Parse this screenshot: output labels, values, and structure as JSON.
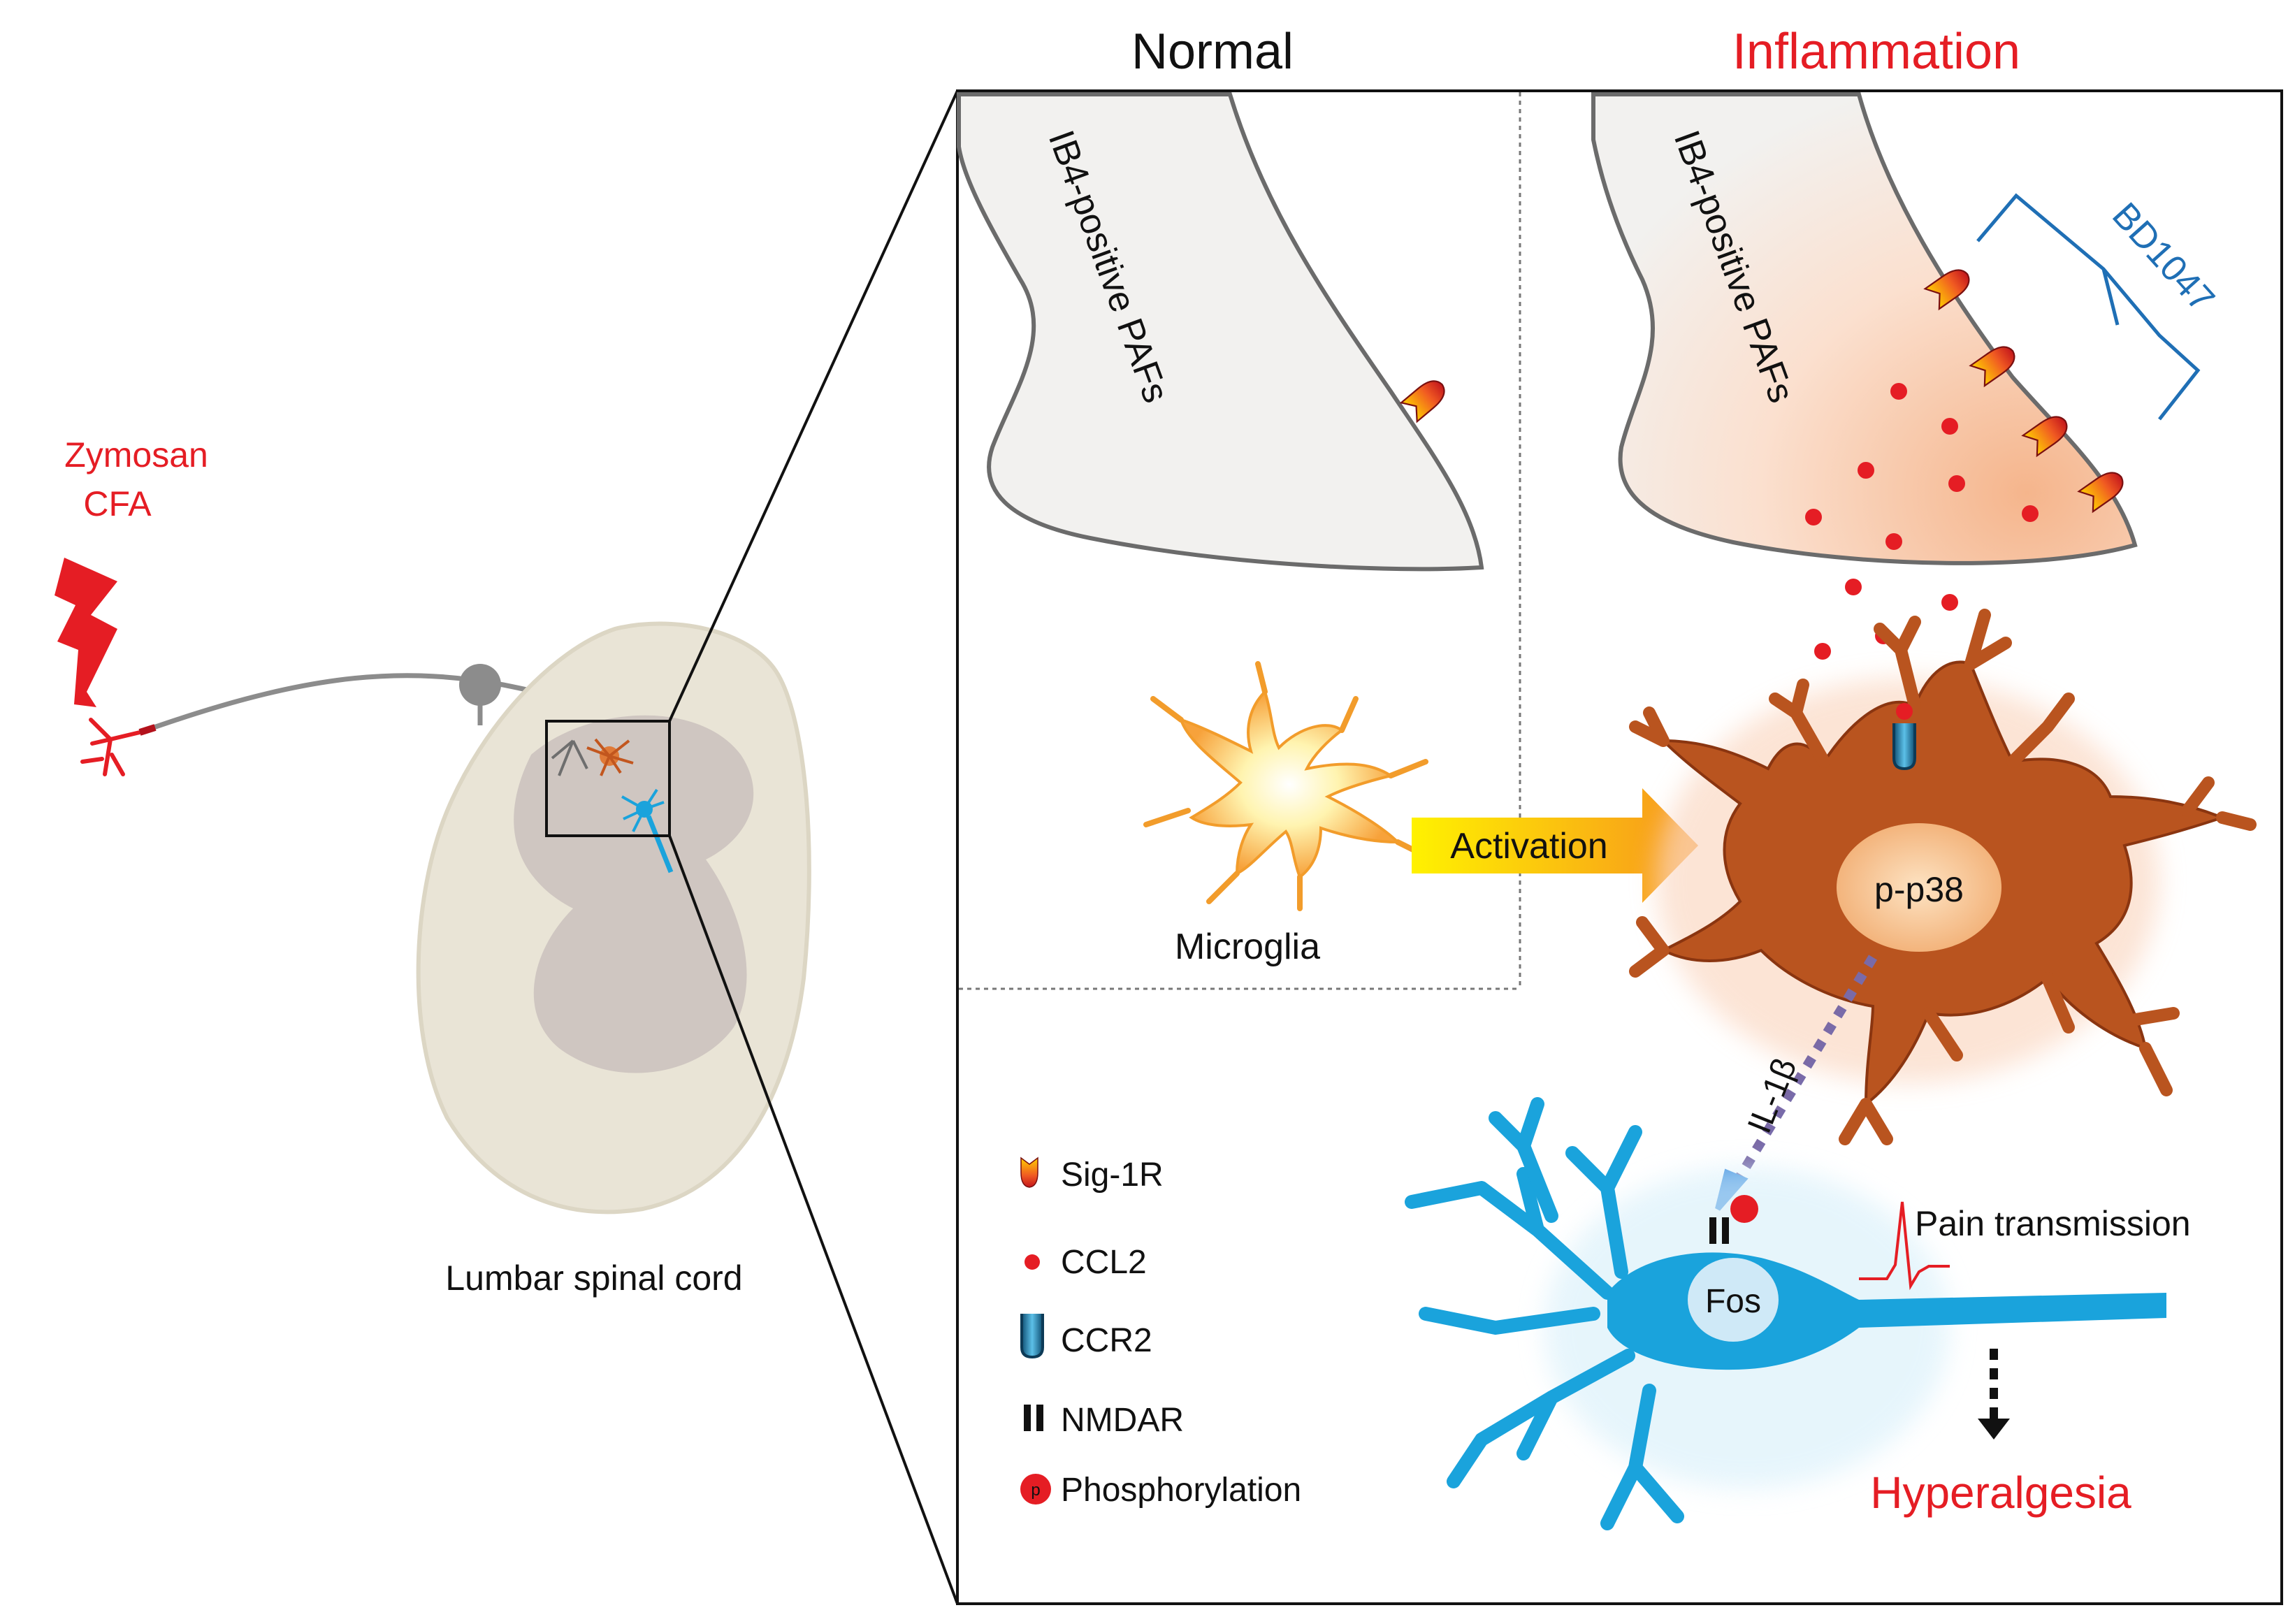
{
  "headers": {
    "normal": "Normal",
    "inflammation": "Inflammation"
  },
  "stimulus": {
    "line1": "Zymosan",
    "line2": "CFA"
  },
  "spinal_cord_label": "Lumbar spinal cord",
  "afferent_label_normal": "IB4-positive PAFs",
  "afferent_label_inflamed": "IB4-positive PAFs",
  "antagonist": "BD1047",
  "microglia_label": "Microglia",
  "activation_label": "Activation",
  "activated_microglia_label": "p-p38",
  "cytokine_label": "IL-1β",
  "neuron_label": "Fos",
  "pain_label": "Pain transmission",
  "outcome": "Hyperalgesia",
  "legend": [
    {
      "symbol": "sig1r-icon",
      "label": "Sig-1R"
    },
    {
      "symbol": "ccl2-icon",
      "label": "CCL2"
    },
    {
      "symbol": "ccr2-icon",
      "label": "CCR2"
    },
    {
      "symbol": "nmdar-icon",
      "label": "NMDAR"
    },
    {
      "symbol": "phosphorylation-icon",
      "label": "Phosphorylation",
      "symbol_text": "p"
    }
  ],
  "colors": {
    "red": "#e51d24",
    "blue": "#1f6fb5",
    "neuron_blue": "#1aa3dc",
    "microglia_brown": "#b9541f",
    "afferent_fill": "#f2f1ef"
  }
}
